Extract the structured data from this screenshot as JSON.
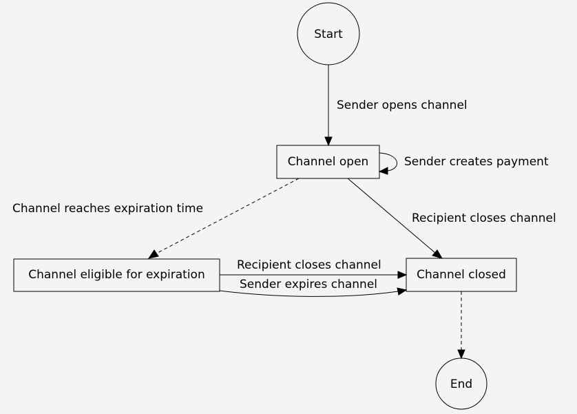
{
  "diagram": {
    "nodes": {
      "start": "Start",
      "channel_open": "Channel open",
      "channel_eligible": "Channel eligible for expiration",
      "channel_closed": "Channel closed",
      "end": "End"
    },
    "edges": {
      "sender_opens": "Sender opens channel",
      "sender_creates_payment": "Sender creates payment",
      "reaches_expiration": "Channel reaches expiration time",
      "recipient_closes_from_open": "Recipient closes channel",
      "recipient_closes_from_eligible": "Recipient closes channel",
      "sender_expires": "Sender expires channel"
    }
  }
}
